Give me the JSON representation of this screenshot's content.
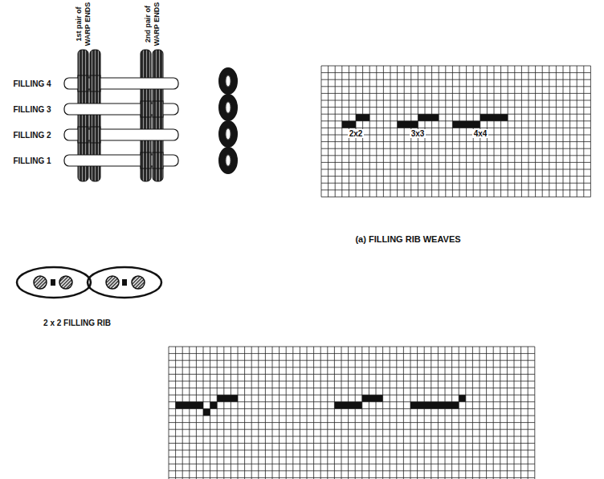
{
  "diagram": {
    "caption": "(a) FILLING RIB WEAVES",
    "labels": [
      "1st pair of WARP ENDS",
      "2nd pair of WARP ENDS",
      "FILLING 4",
      "FILLING 3",
      "FILLING 2",
      "FILLING 1",
      "2 x 2 FILLING RIB",
      "2x2",
      "3x3",
      "4x4"
    ]
  }
}
